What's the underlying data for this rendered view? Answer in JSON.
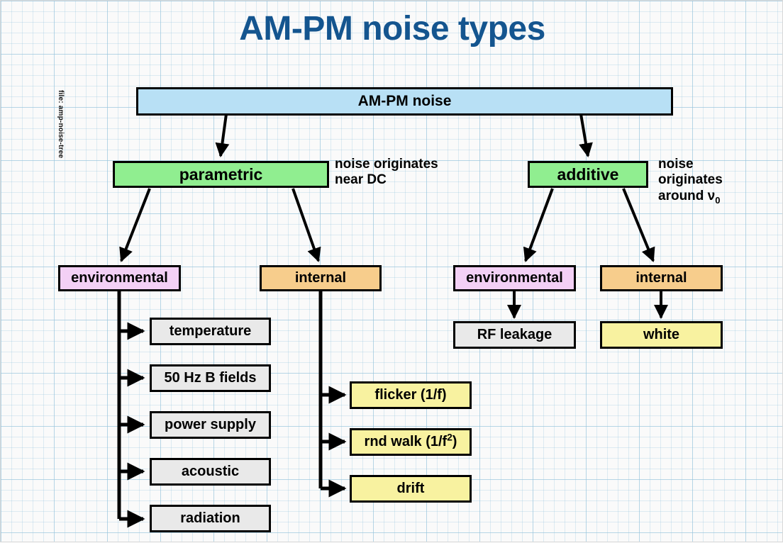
{
  "page": {
    "title": "AM-PM noise types",
    "file_label": "file: amp-noise-tree",
    "title_color": "#14558f",
    "background": "#fafafa",
    "grid_color": "#96c3dc"
  },
  "colors": {
    "root": "#b8e0f5",
    "level2": "#90ee90",
    "environmental": "#f3d0f5",
    "internal": "#f7cd8c",
    "leaf_gray": "#e9e9e9",
    "leaf_yellow": "#f8f2a0",
    "border": "#000000"
  },
  "tree": {
    "root": {
      "label": "AM-PM noise",
      "color_key": "root"
    },
    "branches": [
      {
        "name": "parametric-branch",
        "label": "parametric",
        "color_key": "level2",
        "note": "noise originates\nnear DC",
        "children": [
          {
            "name": "parametric-environmental",
            "label": "environmental",
            "color_key": "environmental",
            "leaves": [
              {
                "label": "temperature",
                "color_key": "leaf_gray"
              },
              {
                "label": "50 Hz B fields",
                "color_key": "leaf_gray"
              },
              {
                "label": "power supply",
                "color_key": "leaf_gray"
              },
              {
                "label": "acoustic",
                "color_key": "leaf_gray"
              },
              {
                "label": "radiation",
                "color_key": "leaf_gray"
              }
            ]
          },
          {
            "name": "parametric-internal",
            "label": "internal",
            "color_key": "internal",
            "leaves": [
              {
                "label": "flicker (1/f)",
                "color_key": "leaf_yellow"
              },
              {
                "label": "rnd walk (1/f",
                "sup": "2",
                "suffix": ")",
                "color_key": "leaf_yellow"
              },
              {
                "label": "drift",
                "color_key": "leaf_yellow"
              }
            ]
          }
        ]
      },
      {
        "name": "additive-branch",
        "label": "additive",
        "color_key": "level2",
        "note": "noise\noriginates\naround ",
        "note_symbol": "ν",
        "note_symbol_sub": "0",
        "children": [
          {
            "name": "additive-environmental",
            "label": "environmental",
            "color_key": "environmental",
            "leaves": [
              {
                "label": "RF leakage",
                "color_key": "leaf_gray"
              }
            ]
          },
          {
            "name": "additive-internal",
            "label": "internal",
            "color_key": "internal",
            "leaves": [
              {
                "label": "white",
                "color_key": "leaf_yellow"
              }
            ]
          }
        ]
      }
    ]
  }
}
